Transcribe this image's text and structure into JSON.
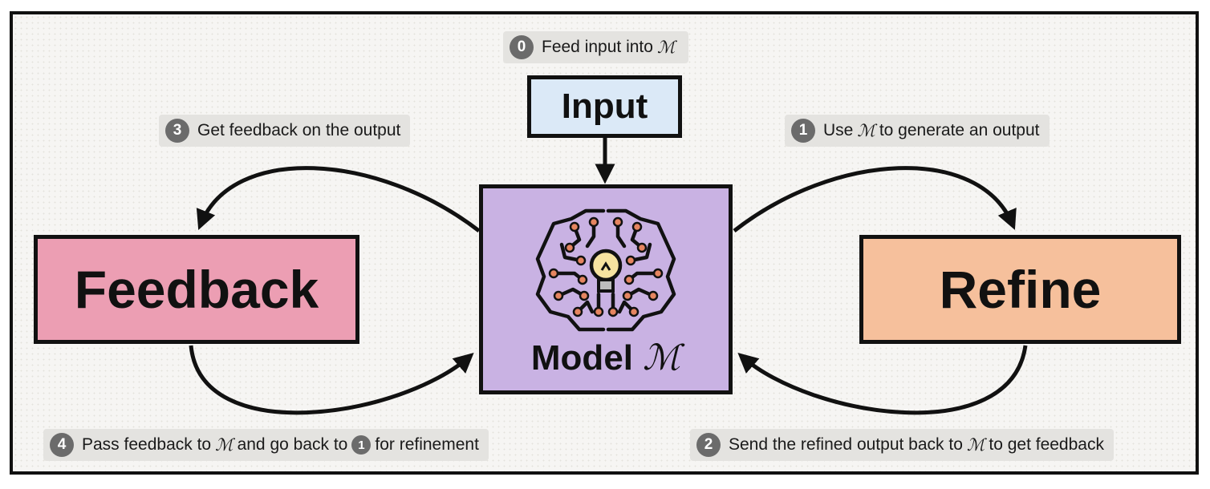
{
  "colors": {
    "input": "#dbe9f7",
    "model": "#c9b2e3",
    "feedback": "#ec9eb3",
    "refine": "#f6c09c",
    "step_badge": "#6b6b6b"
  },
  "boxes": {
    "input": "Input",
    "feedback": "Feedback",
    "refine": "Refine",
    "model": "Model",
    "model_symbol": "ℳ"
  },
  "steps": [
    {
      "num": "0",
      "pre": "Feed input into",
      "symbol": "ℳ"
    },
    {
      "num": "1",
      "pre": "Use",
      "symbol": "ℳ",
      "post": "to generate an output"
    },
    {
      "num": "2",
      "pre": "Send the refined output back to",
      "symbol": "ℳ",
      "post": "to get feedback"
    },
    {
      "num": "3",
      "pre": "Get feedback on the output"
    },
    {
      "num": "4",
      "pre": "Pass feedback to",
      "symbol": "ℳ",
      "mid": "and go back to",
      "ref": "1",
      "post": "for refinement"
    }
  ],
  "icons": {
    "model": "brain-circuit-lightbulb-icon"
  }
}
